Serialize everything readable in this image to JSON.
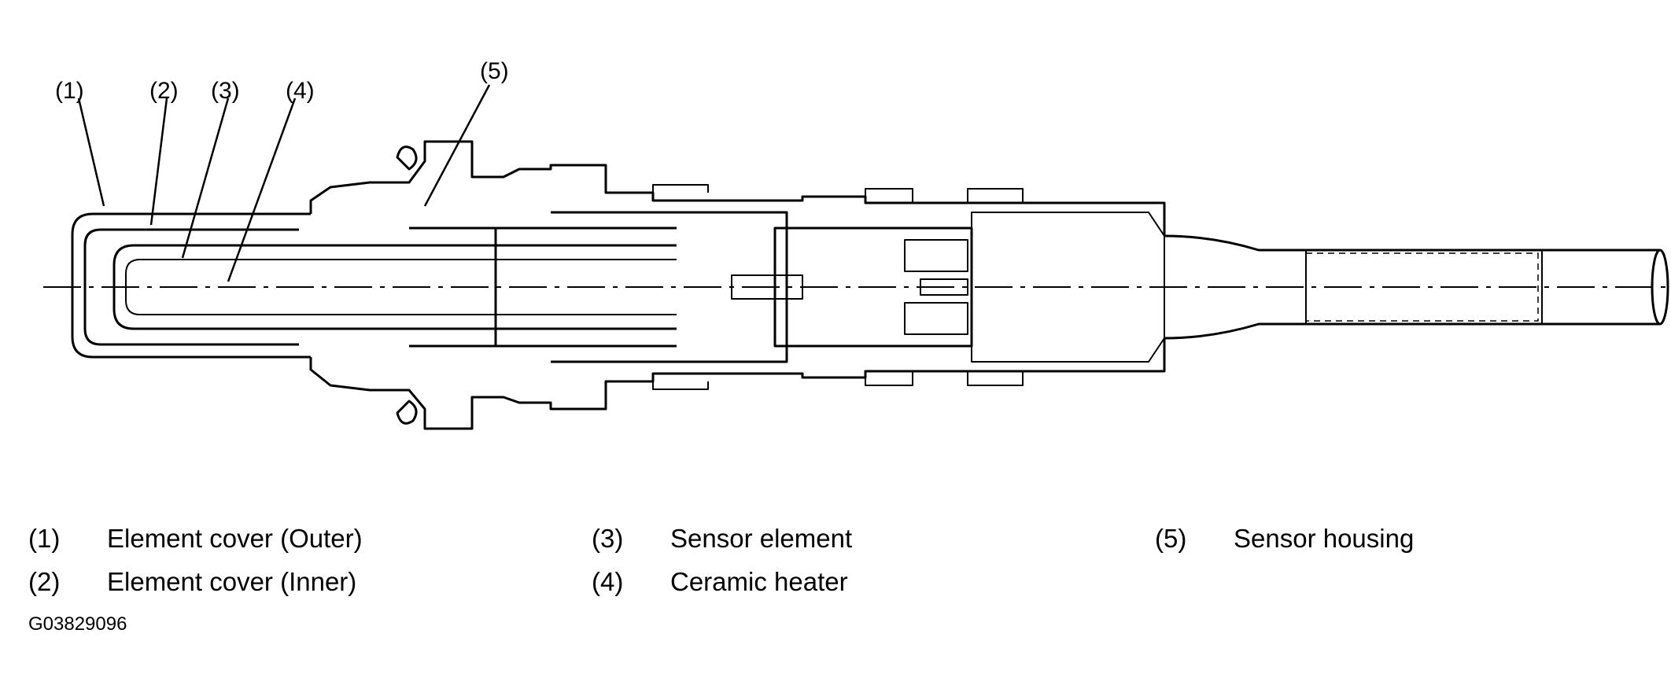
{
  "callouts": [
    "(1)",
    "(2)",
    "(3)",
    "(4)",
    "(5)"
  ],
  "legend": [
    {
      "num": "(1)",
      "text": "Element cover (Outer)"
    },
    {
      "num": "(2)",
      "text": "Element cover (Inner)"
    },
    {
      "num": "(3)",
      "text": "Sensor element"
    },
    {
      "num": "(4)",
      "text": "Ceramic heater"
    },
    {
      "num": "(5)",
      "text": "Sensor housing"
    }
  ],
  "figure_id": "G03829096"
}
